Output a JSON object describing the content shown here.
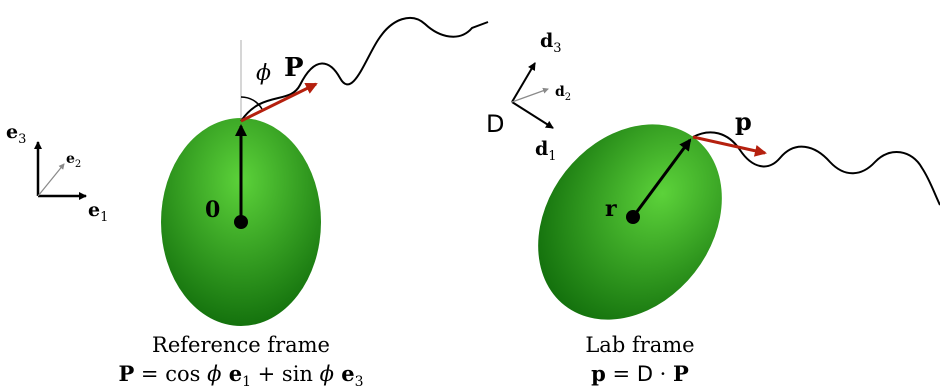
{
  "labels": {
    "e1": "e",
    "e1_sub": "1",
    "e2": "e",
    "e2_sub": "2",
    "e3": "e",
    "e3_sub": "3",
    "d1": "d",
    "d1_sub": "1",
    "d2": "d",
    "d2_sub": "2",
    "d3": "d",
    "d3_sub": "3",
    "D": "D",
    "origin": "0",
    "phi": "ϕ",
    "P": "P",
    "r": "r",
    "p": "p"
  },
  "captions": {
    "reference_title": "Reference frame",
    "reference_eq": {
      "P": "P",
      "eq": " = cos ",
      "phi1": "ϕ",
      "e1": " e",
      "e1_sub": "1",
      "plus": " + sin ",
      "phi2": "ϕ",
      "e3": " e",
      "e3_sub": "3"
    },
    "lab_title": "Lab frame",
    "lab_eq": {
      "p": "p",
      "eq": " = ",
      "D": "D",
      "dot": " · ",
      "P": "P"
    }
  },
  "colors": {
    "arrow_red": "#b5200e",
    "ellipse_light": "#5cd23a",
    "ellipse_dark": "#0f6b0a",
    "axis_gray": "#8a8a8a"
  }
}
